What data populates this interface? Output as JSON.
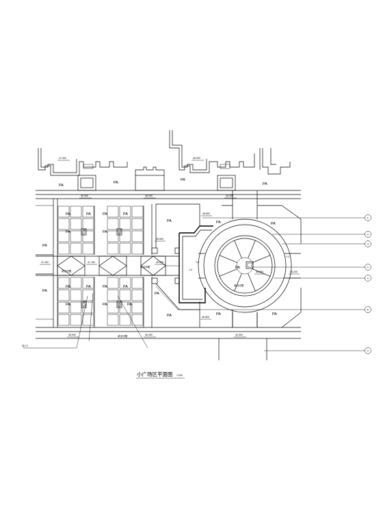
{
  "drawing": {
    "title": "小广场区平面图",
    "scale": "1:200",
    "paving_code": "PA",
    "top_elevations": [
      "47.000",
      "46.900"
    ],
    "axis_elevations": [
      "46.900",
      "46.300"
    ],
    "bottom_elevations": [
      "46.900",
      "46.400",
      "43.900"
    ],
    "left_elevation": "47.400",
    "mid_elevations": [
      "47.150",
      "46.500"
    ],
    "plaza_elevations": [
      "46.800",
      "46.800",
      "46.850",
      "46.800",
      "46.200"
    ],
    "labels": {
      "a": "J-4",
      "b": "YG",
      "c": "Y-3",
      "d": "参见详图",
      "e": "参见详图",
      "f": "参见详图",
      "g": "参见详图"
    },
    "bottom_left_note": "见J-3",
    "callouts": [
      "①",
      "②",
      "③",
      "④",
      "⑤",
      "⑥",
      "⑦",
      "⑧"
    ]
  }
}
